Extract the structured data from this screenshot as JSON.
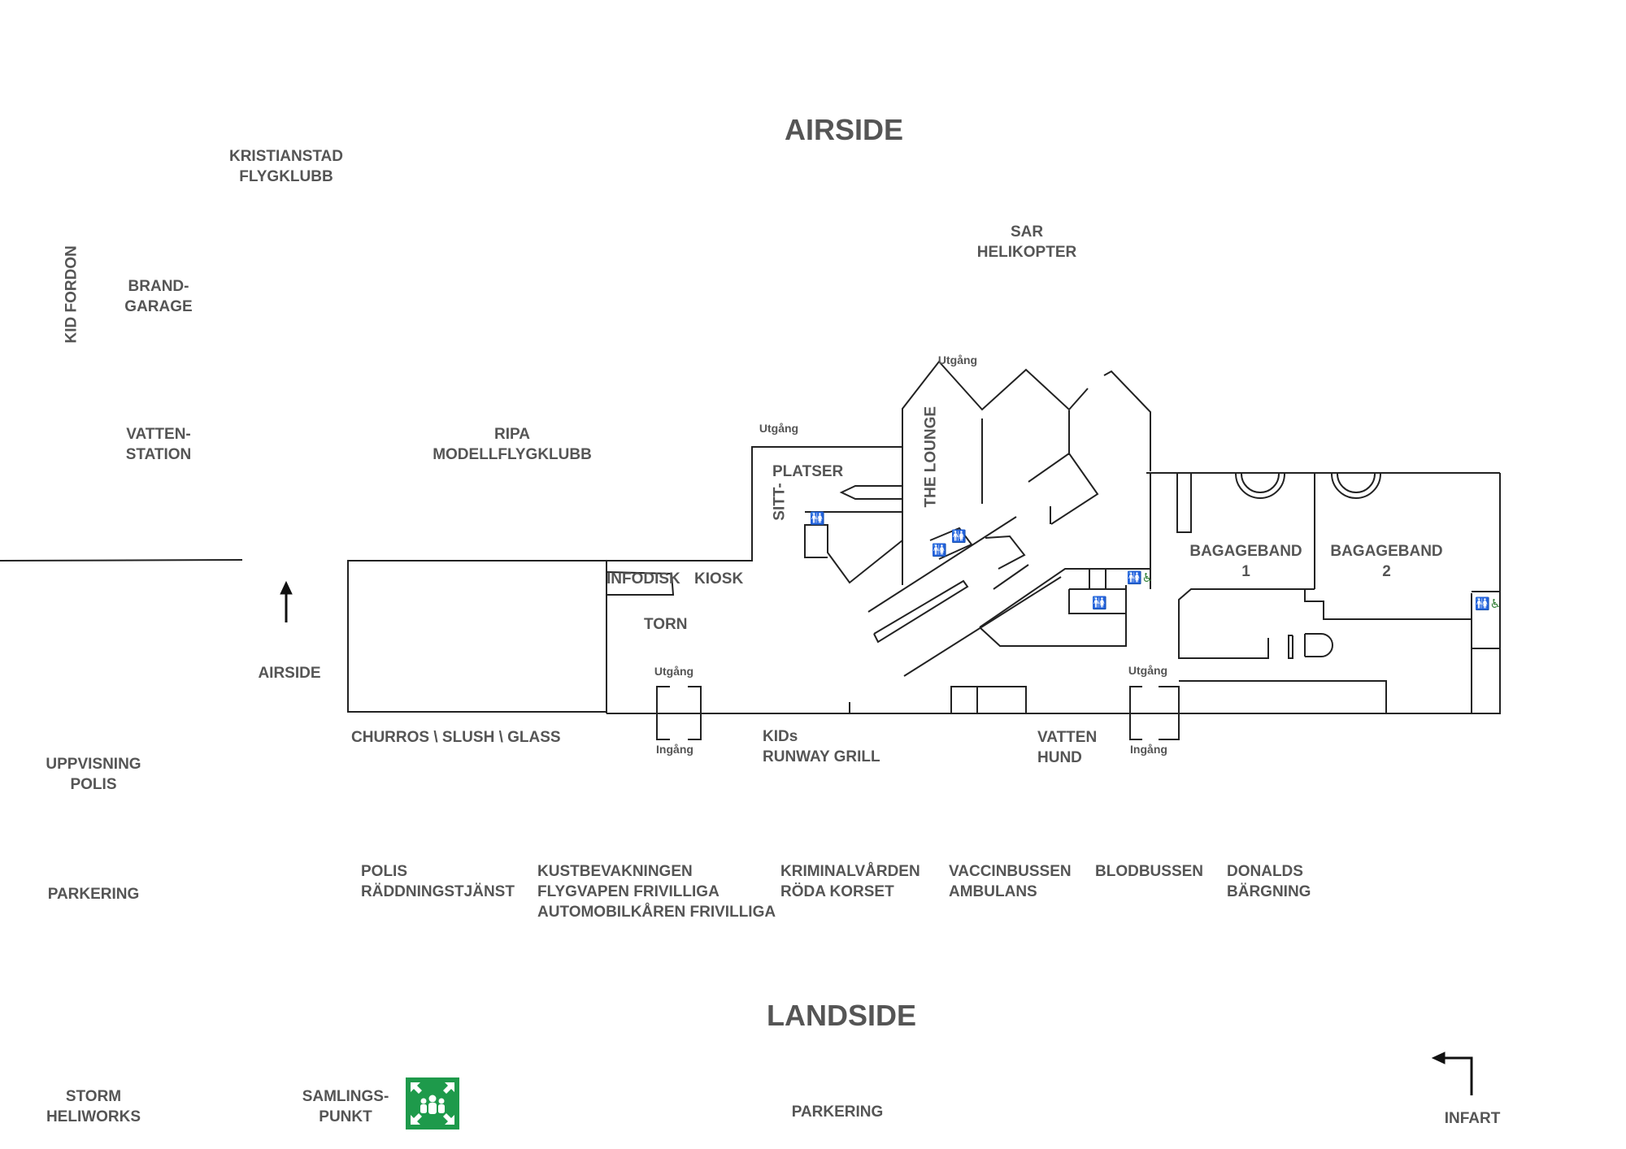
{
  "zones": {
    "airside": "AIRSIDE",
    "landside": "LANDSIDE"
  },
  "labels": {
    "kristianstad": [
      "KRISTIANSTAD",
      "FLYGKLUBB"
    ],
    "sar": [
      "SAR",
      "HELIKOPTER"
    ],
    "kid_fordon": "KID FORDON",
    "brandgarage": [
      "BRAND-",
      "GARAGE"
    ],
    "vattenstation": [
      "VATTEN-",
      "STATION"
    ],
    "ripa": [
      "RIPA",
      "MODELLFLYGKLUBB"
    ],
    "airside_arrow": "AIRSIDE",
    "sittplatser_1": "PLATSER",
    "sittplatser_2": "SITT-",
    "the_lounge": "THE LOUNGE",
    "infodisk": "INFODISK",
    "kiosk": "KIOSK",
    "torn": "TORN",
    "bagageband_1": [
      "BAGAGEBAND",
      "1"
    ],
    "bagageband_2": [
      "BAGAGEBAND",
      "2"
    ],
    "churros": "CHURROS \\ SLUSH \\ GLASS",
    "kids_grill": [
      "KIDs",
      "RUNWAY GRILL"
    ],
    "vatten_hund": [
      "VATTEN",
      "HUND"
    ],
    "uppvisning": [
      "UPPVISNING",
      "POLIS"
    ],
    "parkering_left": "PARKERING",
    "polis": [
      "POLIS",
      "RÄDDNINGSTJÄNST"
    ],
    "kustbevakningen": [
      "KUSTBEVAKNINGEN",
      "FLYGVAPEN FRIVILLIGA",
      "AUTOMOBILKÅREN FRIVILLIGA"
    ],
    "kriminalvarden": [
      "KRIMINALVÅRDEN",
      "RÖDA KORSET"
    ],
    "vaccinbussen": [
      "VACCINBUSSEN",
      "AMBULANS"
    ],
    "blodbussen": "BLODBUSSEN",
    "donalds": [
      "DONALDS",
      "BÄRGNING"
    ],
    "storm": [
      "STORM",
      "HELIWORKS"
    ],
    "samlingspunkt": [
      "SAMLINGS-",
      "PUNKT"
    ],
    "parkering_bottom": "PARKERING",
    "infart": "INFART"
  },
  "doors": {
    "utgang_top": "Utgång",
    "utgang_left": "Utgång",
    "utgang_torn": "Utgång",
    "ingang_torn": "Ingång",
    "utgang_right": "Utgång",
    "ingang_right": "Ingång"
  },
  "icons": {
    "toilet": "toilet-icon",
    "accessible_toilet": "accessible-toilet-icon",
    "assembly_point": "assembly-point-icon",
    "north_arrow": "arrow-up-icon",
    "entry_arrow": "arrow-turn-left-icon"
  },
  "colors": {
    "text": "#555555",
    "walls": "#222222",
    "toilet_green": "#2e7d32",
    "assembly_green": "#1e9a4b"
  }
}
